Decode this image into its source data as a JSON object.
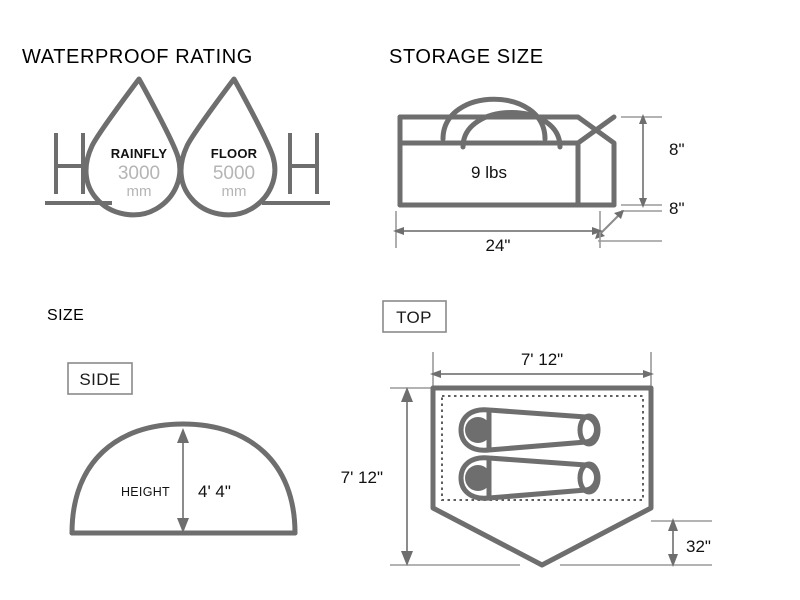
{
  "page": {
    "background": "#ffffff",
    "line_color": "#6e6e6e",
    "dim_color": "#8c8c8c",
    "text_color": "#111111",
    "muted_text_color": "#b5b5b5"
  },
  "panels": {
    "waterproof": {
      "title": "WATERPROOF RATING",
      "droplets": [
        {
          "name": "RAINFLY",
          "value": "3000",
          "unit": "mm"
        },
        {
          "name": "FLOOR",
          "value": "5000",
          "unit": "mm"
        }
      ],
      "gauge_icon_left": "water-column-h-mark",
      "gauge_icon_right": "water-column-h-mark"
    },
    "storage": {
      "title": "STORAGE SIZE",
      "weight": "9 lbs",
      "dimensions": {
        "width": "24\"",
        "height": "8\"",
        "depth": "8\""
      }
    },
    "size": {
      "title": "SIZE",
      "view_label": "SIDE",
      "height_label": "HEIGHT",
      "height_value": "4' 4\""
    },
    "top": {
      "view_label": "TOP",
      "width_value": "7' 12\"",
      "depth_value": "7' 12\"",
      "vestibule_value": "32\"",
      "sleeping_bags": 2
    }
  }
}
